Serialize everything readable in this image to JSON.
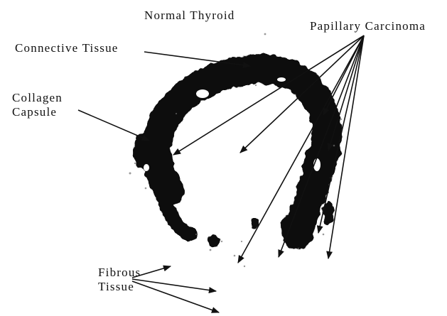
{
  "figure": {
    "labels": {
      "normal_thyroid": "Normal Thyroid",
      "connective_tissue": "Connective Tissue",
      "collagen_capsule": [
        "Collagen",
        "Capsule"
      ],
      "papillary_carcinoma": "Papillary Carcinoma",
      "fibrous_tissue": [
        "Fibrous",
        "Tissue"
      ]
    },
    "colors": {
      "ink": "#111111",
      "tissue": "#0b0b0b",
      "stipple": "#6e6e6e",
      "background": "#ffffff"
    }
  }
}
